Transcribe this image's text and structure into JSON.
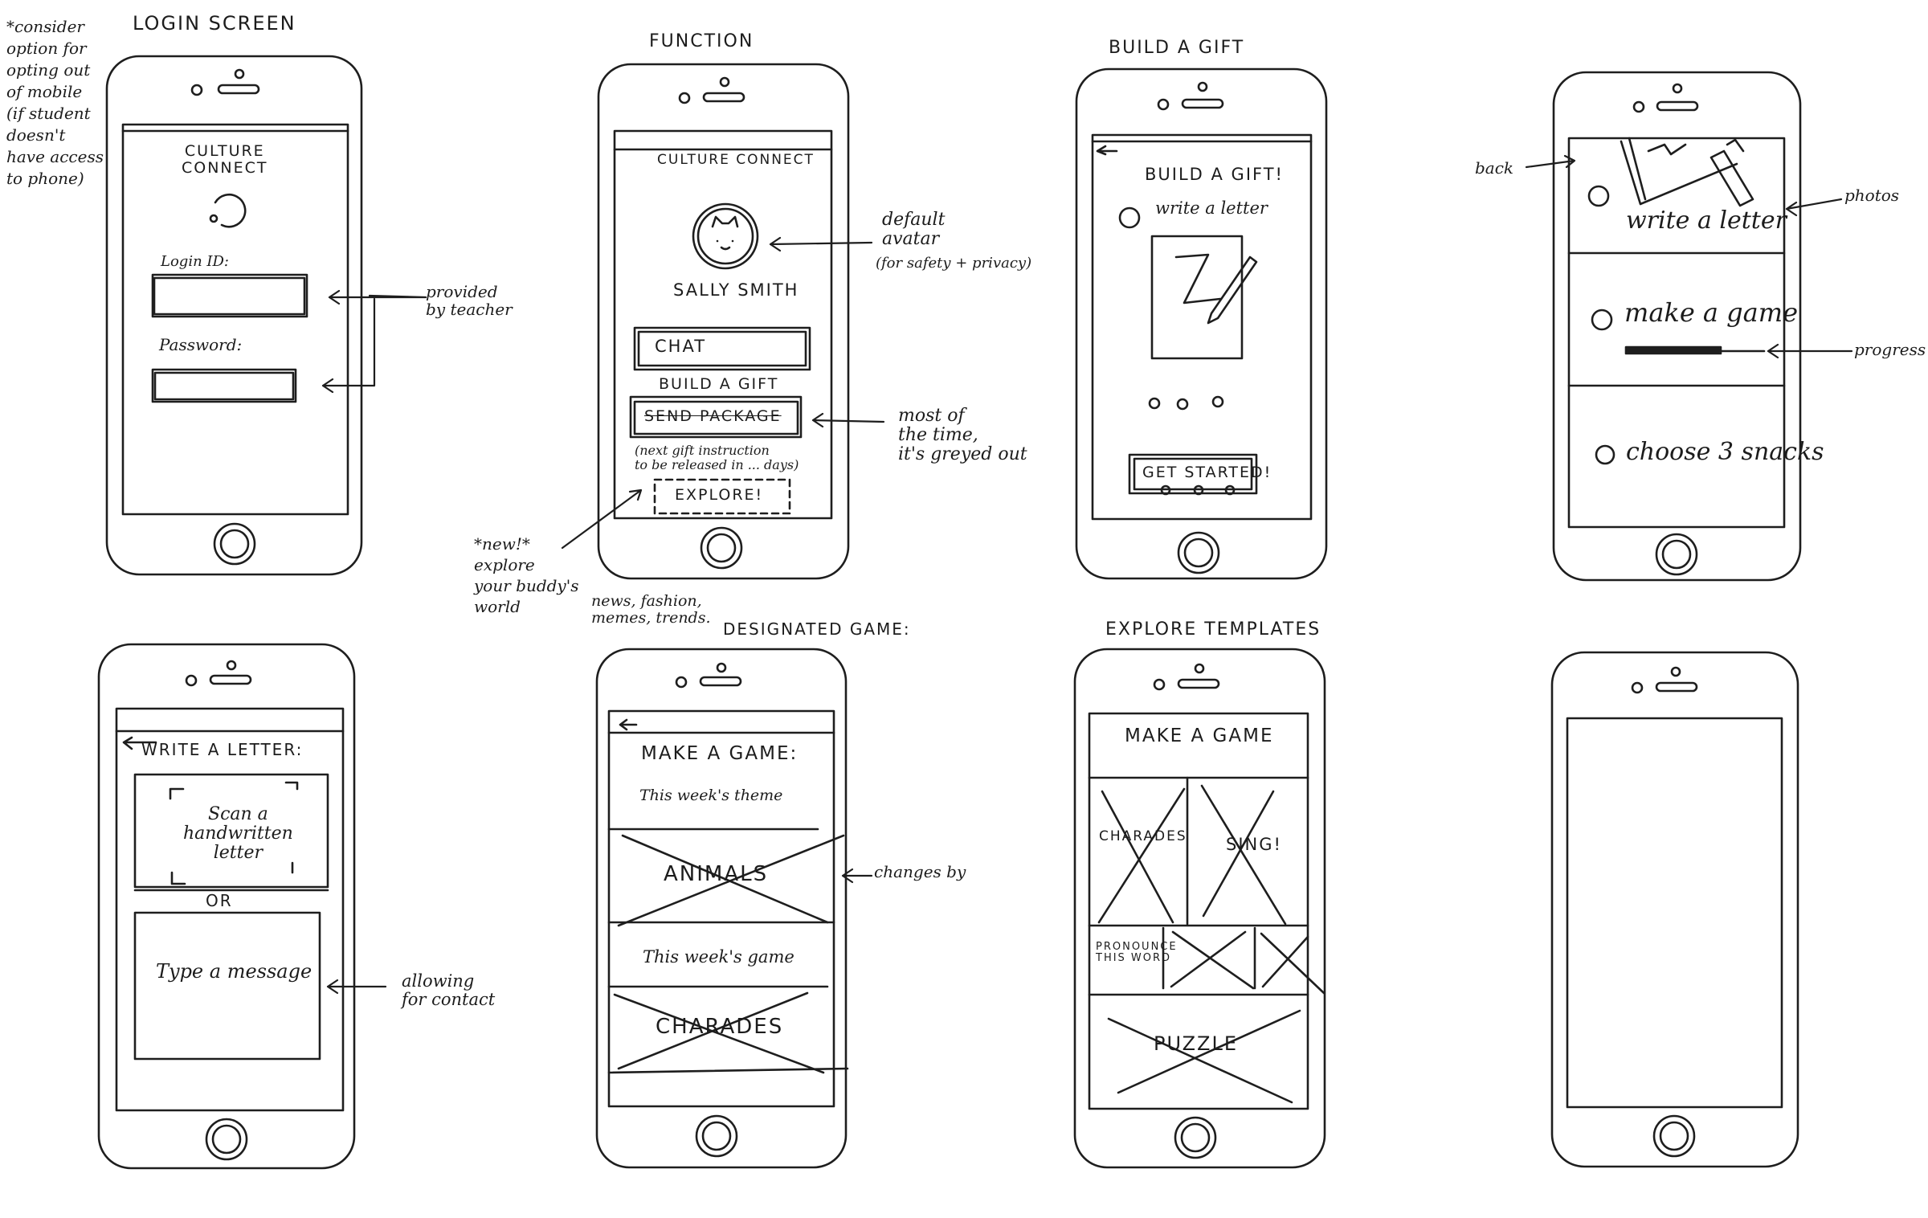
{
  "screens": {
    "login": {
      "caption": "LOGIN SCREEN",
      "app_title": "CULTURE\nCONNECT",
      "login_label": "Login ID:",
      "password_label": "Password:"
    },
    "function": {
      "caption": "FUNCTION",
      "app_title": "CULTURE CONNECT",
      "name": "SALLY SMITH",
      "chat": "CHAT",
      "build": "BUILD A GIFT",
      "send_package_struck": "SEND PACKAGE",
      "next_note": "(next gift instruction\nto be released in ... days)",
      "explore": "EXPLORE!"
    },
    "build_gift": {
      "caption": "BUILD A GIFT",
      "title": "BUILD A GIFT!",
      "step": "write a letter",
      "cta": "GET STARTED!"
    },
    "steps": {
      "items": [
        "write a letter",
        "make a game",
        "choose 3 snacks"
      ]
    },
    "write_letter": {
      "title": "WRITE A LETTER:",
      "scan": "Scan a\nhandwritten\nletter",
      "or": "OR",
      "type": "Type a message"
    },
    "designated_game": {
      "caption": "DESIGNATED GAME:",
      "title": "MAKE A GAME:",
      "theme_label": "This week's theme",
      "theme": "ANIMALS",
      "game_label": "This week's game",
      "game": "CHARADES"
    },
    "explore_templates": {
      "caption": "EXPLORE TEMPLATES",
      "title": "MAKE A GAME",
      "t1": "CHARADES",
      "t2": "SING!",
      "t3": "PRONOUNCE\nTHIS WORD",
      "t4": "PUZZLE"
    }
  },
  "annotations": {
    "consider": "*consider\noption for\nopting out\nof mobile\n(if student\ndoesn't\nhave access\nto phone)",
    "provided": "provided\nby teacher",
    "default_avatar": "default\navatar",
    "safety": "(for safety + privacy)",
    "most_of_time": "most of\nthe time,\nit's greyed out",
    "new_explore": "*new!*\nexplore\nyour buddy's\nworld",
    "news": "news, fashion,\nmemes, trends.",
    "back": "back",
    "photos": "photos",
    "progress": "progress",
    "changes": "changes by",
    "allowing": "allowing\nfor contact"
  }
}
